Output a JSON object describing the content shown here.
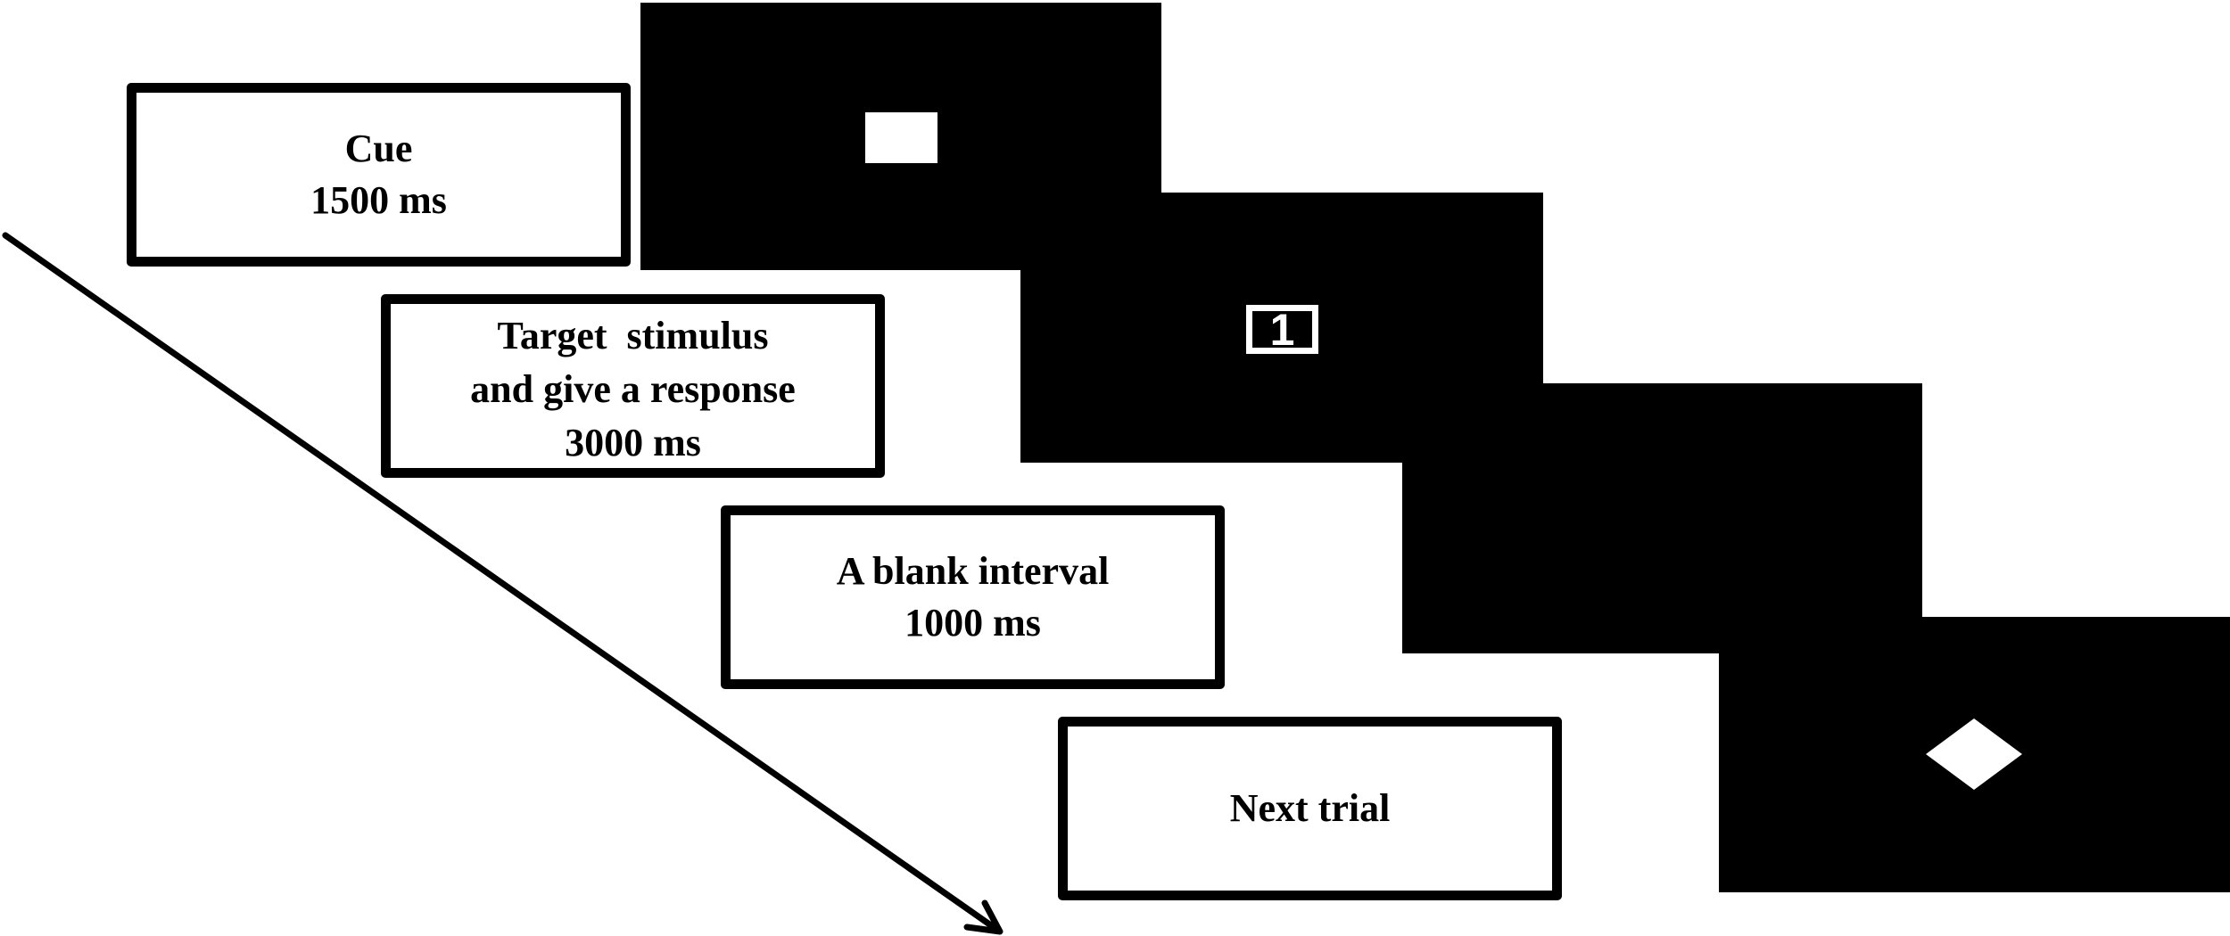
{
  "steps": [
    {
      "id": "cue",
      "lines": [
        "Cue",
        "1500 ms"
      ]
    },
    {
      "id": "target",
      "lines": [
        "Target  stimulus",
        "and give a response",
        "3000 ms"
      ]
    },
    {
      "id": "blank",
      "lines": [
        "A blank interval",
        "1000 ms"
      ]
    },
    {
      "id": "next",
      "lines": [
        "Next trial"
      ]
    }
  ],
  "target_digit": "1",
  "colors": {
    "screen": "#000000",
    "stimulus": "#ffffff",
    "border": "#000000"
  }
}
